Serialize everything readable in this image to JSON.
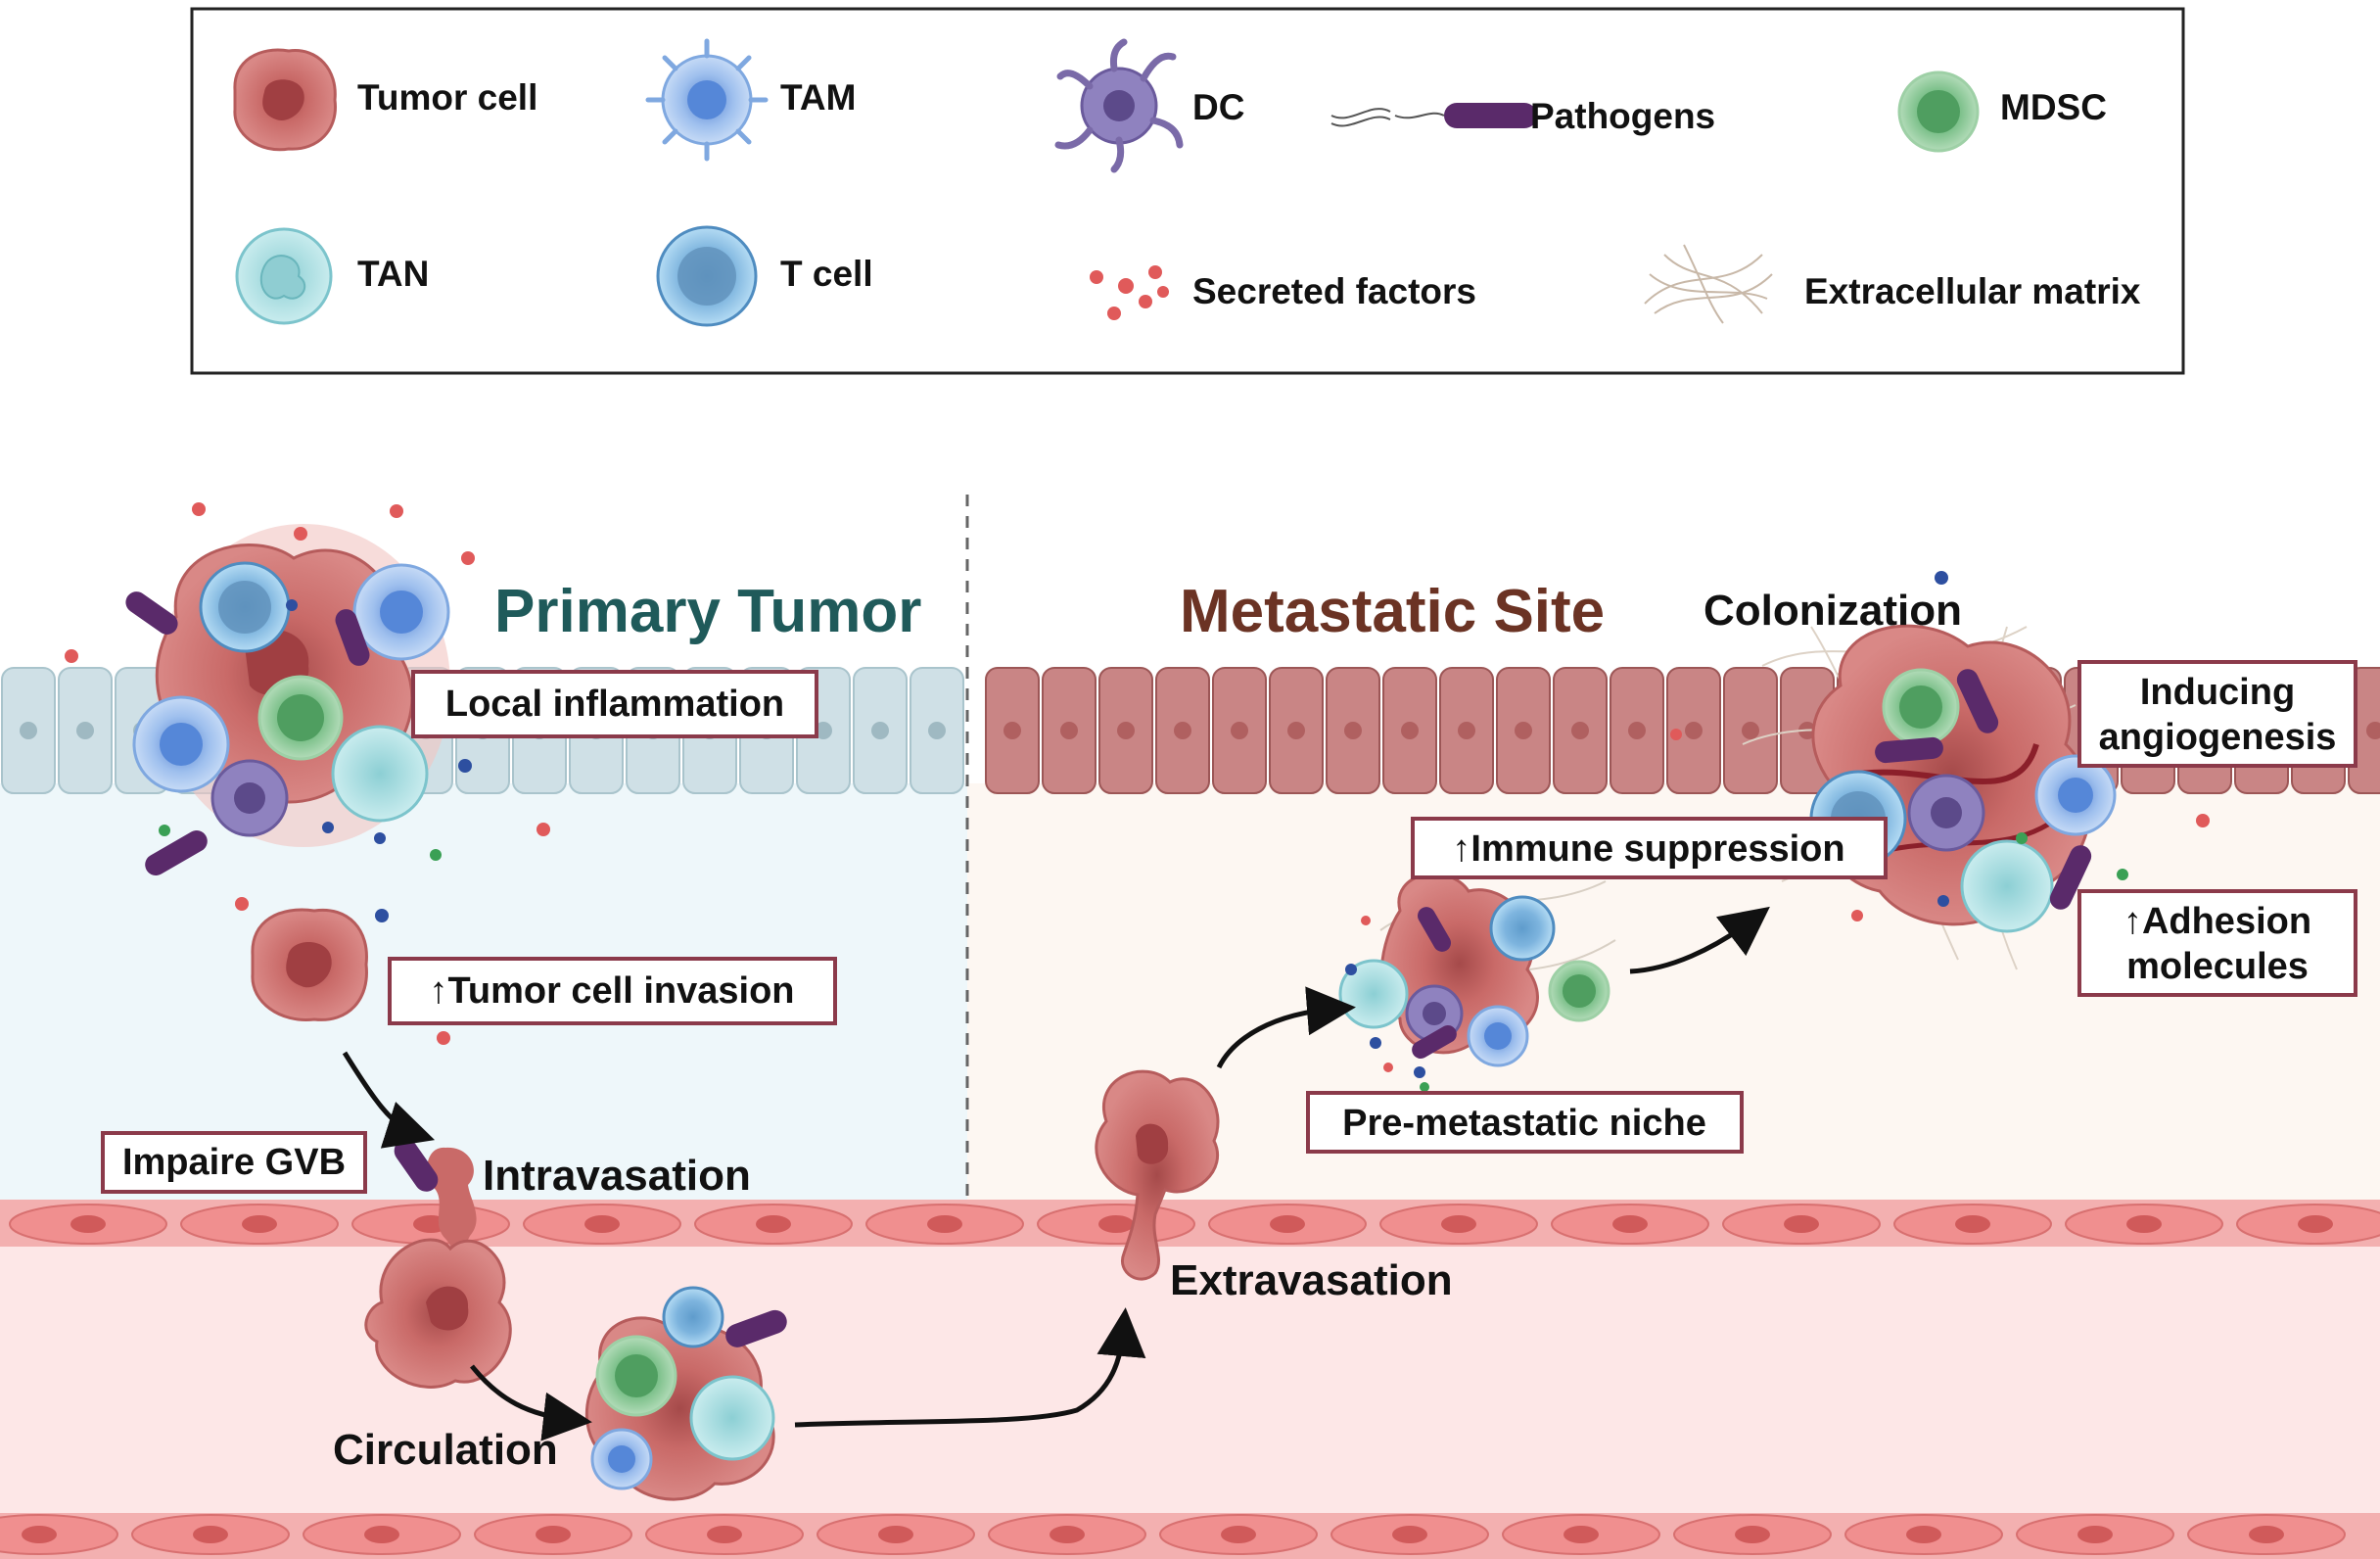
{
  "legend": {
    "items": [
      {
        "key": "tumor_cell",
        "label": "Tumor cell"
      },
      {
        "key": "tam",
        "label": "TAM"
      },
      {
        "key": "dc",
        "label": "DC"
      },
      {
        "key": "pathogens",
        "label": "Pathogens"
      },
      {
        "key": "mdsc",
        "label": "MDSC"
      },
      {
        "key": "tan",
        "label": "TAN"
      },
      {
        "key": "t_cell",
        "label": "T cell"
      },
      {
        "key": "secreted_factors",
        "label": "Secreted factors"
      },
      {
        "key": "extracellular_matrix",
        "label": "Extracellular matrix"
      }
    ]
  },
  "sections": {
    "primary_title": "Primary Tumor",
    "metastatic_title": "Metastatic Site"
  },
  "steps": {
    "colonization": "Colonization",
    "intravasation": "Intravasation",
    "circulation": "Circulation",
    "extravasation": "Extravasation"
  },
  "boxes": {
    "local_inflammation": "Local inflammation",
    "tumor_invasion": "↑Tumor cell invasion",
    "impaire_gvb": "Impaire GVB",
    "immune_suppression": "↑Immune suppression",
    "pre_metastatic_niche": "Pre-metastatic niche",
    "inducing_angiogenesis_1": "Inducing",
    "inducing_angiogenesis_2": "angiogenesis",
    "adhesion_1": "↑Adhesion",
    "adhesion_2": "molecules"
  },
  "colors": {
    "primary_title": "#1f5a5a",
    "metastatic_title": "#6b3324",
    "box_border": "#8b3a4a",
    "tumor_cell": "#c96a68",
    "tam": "#7fa8e0",
    "dc": "#7a6aa8",
    "pathogen": "#5a2a6a",
    "mdsc": "#7cc08a",
    "tan": "#a8dde0",
    "t_cell": "#8cc4e8",
    "vessel": "#f3b4b4",
    "primary_epithelium": "#cfe0e6",
    "metastatic_epithelium": "#c98585"
  }
}
